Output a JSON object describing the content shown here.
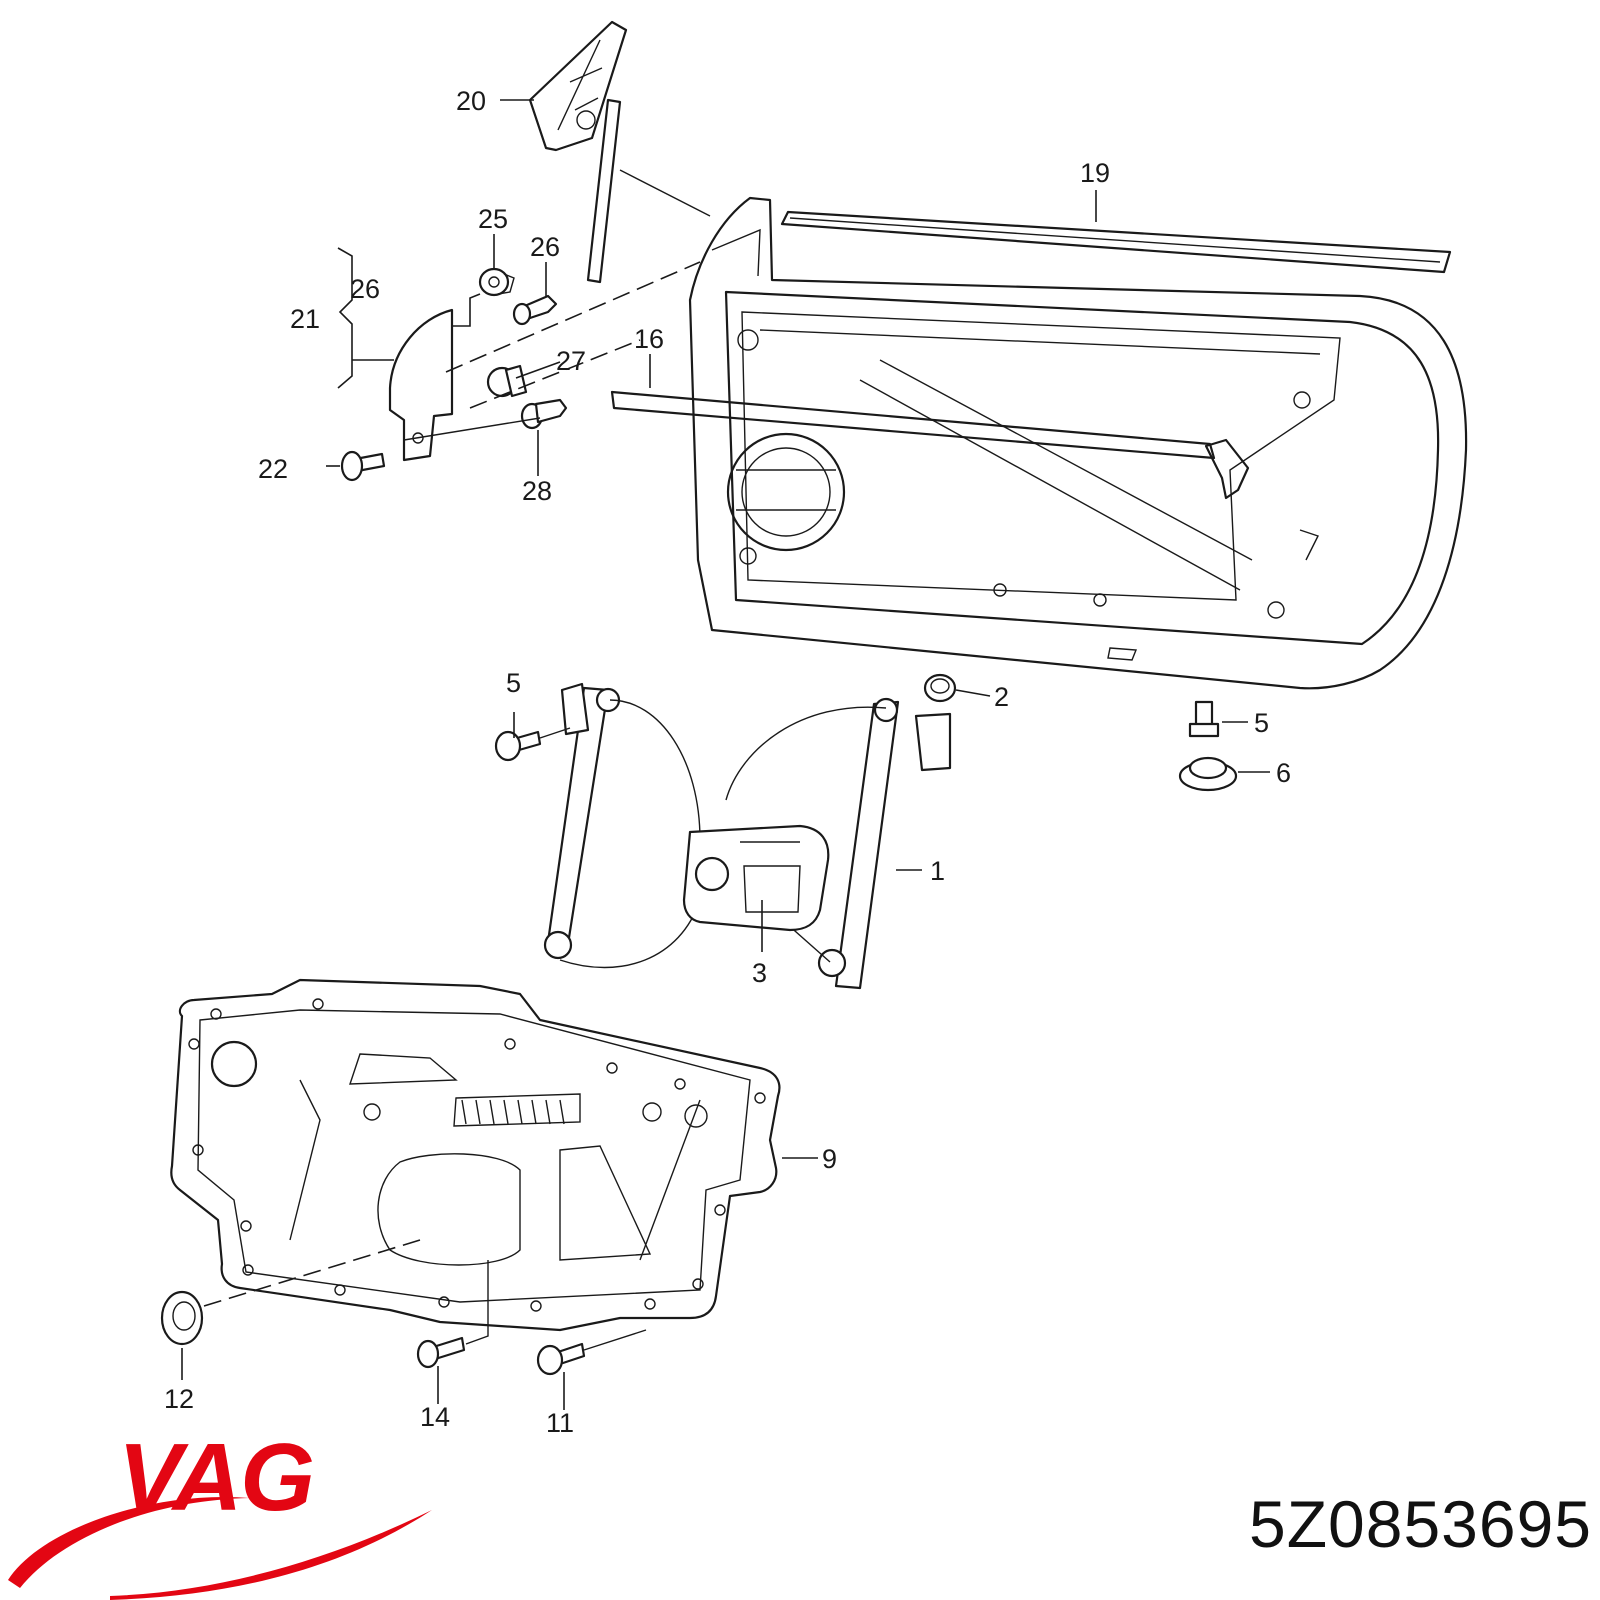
{
  "brand": {
    "name": "VAG",
    "color": "#e30613"
  },
  "part_number": "5Z0853695",
  "callouts": {
    "c1": "1",
    "c2": "2",
    "c3": "3",
    "c5a": "5",
    "c5b": "5",
    "c6": "6",
    "c9": "9",
    "c11": "11",
    "c12": "12",
    "c14": "14",
    "c16": "16",
    "c19": "19",
    "c20": "20",
    "c21": "21",
    "c22": "22",
    "c25": "25",
    "c26a": "26",
    "c26b": "26",
    "c27": "27",
    "c28": "28"
  }
}
